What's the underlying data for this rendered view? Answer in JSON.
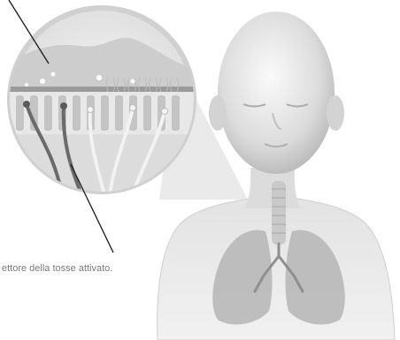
{
  "caption": "ettore della tosse attivato.",
  "colors": {
    "skin_light": "#f2f2f2",
    "skin_mid": "#d9d9d9",
    "skin_shadow": "#b9b9b9",
    "lung": "#b3b3b3",
    "lung_dark": "#8f8f8f",
    "airway": "#c7c7c7",
    "mucus": "#cfcfcf",
    "tissue": "#e6e6e6",
    "nerve_light": "#dedede",
    "nerve_dark": "#6e6e6e",
    "leader_line": "#1a1a1a"
  },
  "icons": [
    "child-figure",
    "lungs",
    "trachea",
    "magnified-airway-inset",
    "cilia",
    "nerve-fibers"
  ]
}
